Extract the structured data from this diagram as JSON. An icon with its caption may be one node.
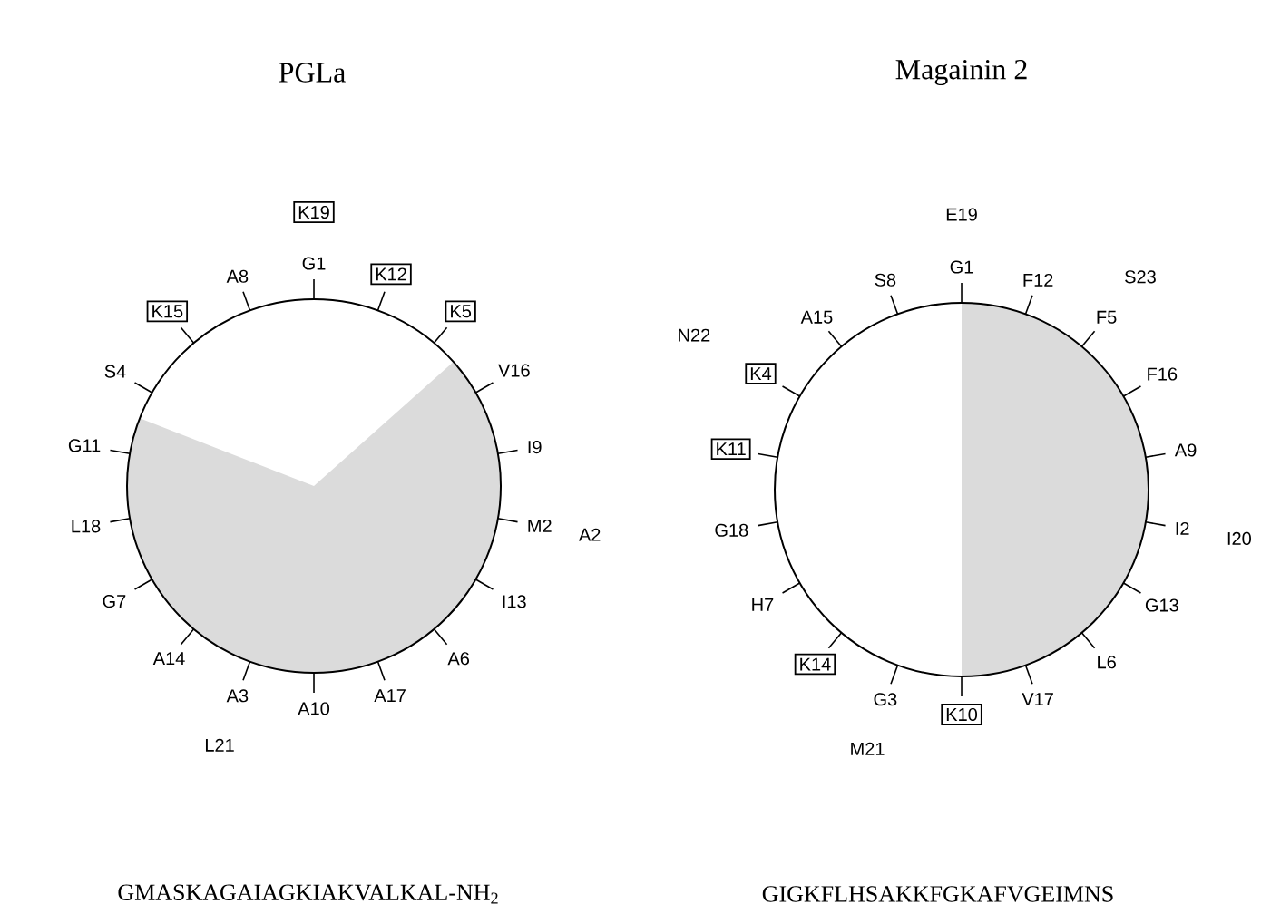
{
  "diagram": {
    "nodes": [
      {
        "text": [
          "K19"
        ]
      },
      {
        "text": [
          "K15"
        ]
      },
      {
        "text": [
          "K12"
        ]
      },
      {
        "text": [
          "K5"
        ]
      },
      {
        "text": [
          "K4"
        ]
      },
      {
        "text": [
          "K11"
        ]
      },
      {
        "text": [
          "K14"
        ]
      },
      {
        "text": [
          "K10"
        ]
      }
    ],
    "labels": [
      "PGLa",
      "Magainin 2",
      "G1",
      "A8",
      "S4",
      "V16",
      "G11",
      "I9",
      "L18",
      "M2",
      "A2",
      "G7",
      "I13",
      "A14",
      "A6",
      "A3",
      "A10",
      "A17",
      "L21",
      "E19",
      "G1",
      "S8",
      "F12",
      "S23",
      "A15",
      "F5",
      "N22",
      "F16",
      "A9",
      "G18",
      "I2",
      "I20",
      "H7",
      "G13",
      "L6",
      "G3",
      "V17",
      "M21",
      "GMASKAGAIAGKIAKVALKAL-NH$_{2}$",
      "GIGKFLHSAKKFGKAFVGEIMNS"
    ]
  }
}
